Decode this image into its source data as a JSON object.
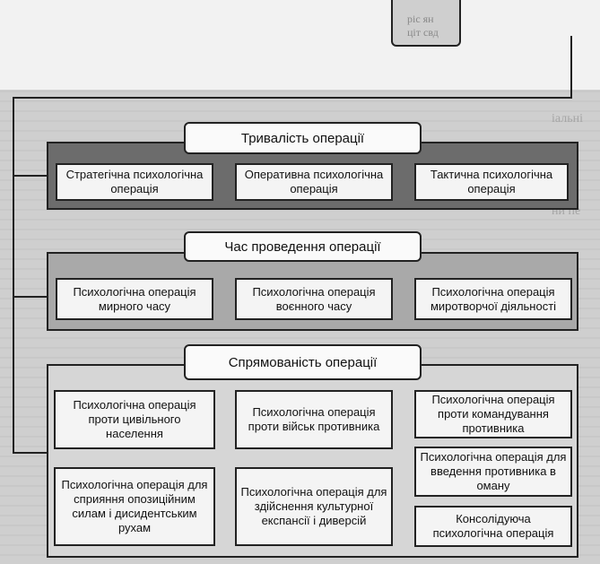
{
  "top_box": {
    "lines": [
      "ріс ян",
      "ціт свд"
    ]
  },
  "groups": [
    {
      "title": "Тривалість операції",
      "items": [
        "Стратегічна психологічна операція",
        "Оперативна психологічна операція",
        "Тактична психологічна операція"
      ]
    },
    {
      "title": "Час проведення операції",
      "items": [
        "Психологічна операція мирного часу",
        "Психологічна операція воєнного часу",
        "Психологічна операція миротворчої діяльності"
      ]
    },
    {
      "title": "Спрямованість операції",
      "items": [
        "Психологічна операція проти цивільного населення",
        "Психологічна операція проти військ противника",
        "Психологічна операція проти командування противника",
        "Психологічна операція для сприяння опозиційним силам і дисидентським рухам",
        "Психологічна операція для здійснення культурної експансії і диверсій",
        "Психологічна операція для введення противника в оману",
        "Консолідуюча психологічна операція"
      ]
    }
  ],
  "colors": {
    "dark_panel": "#6c6c6c",
    "mid_panel": "#a9a9a9",
    "light_panel": "#d6d6d6",
    "box": "#f4f4f4",
    "line": "#222222"
  }
}
